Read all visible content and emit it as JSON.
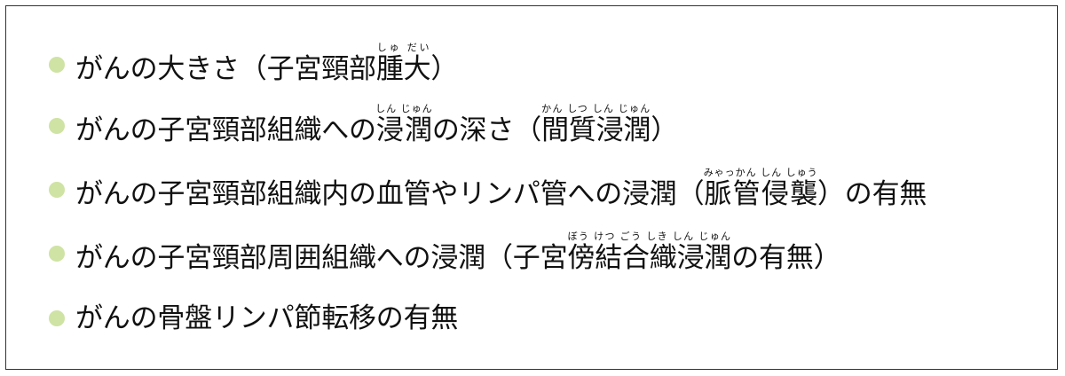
{
  "colors": {
    "bullet": "#cfe3a4",
    "border": "#333333",
    "text": "#111111"
  },
  "items": [
    {
      "segments": [
        {
          "text": "がんの大きさ（子宮頸部"
        },
        {
          "text": "腫大",
          "ruby": "しゅ だい"
        },
        {
          "text": "）"
        }
      ]
    },
    {
      "segments": [
        {
          "text": "がんの子宮頸部組織への"
        },
        {
          "text": "浸潤",
          "ruby": "しん じゅん"
        },
        {
          "text": "の深さ（"
        },
        {
          "text": "間質浸潤",
          "ruby": "かん しつ しん じゅん"
        },
        {
          "text": "）"
        }
      ]
    },
    {
      "segments": [
        {
          "text": "がんの子宮頸部組織内の血管やリンパ管への浸潤（"
        },
        {
          "text": "脈管侵襲",
          "ruby": "みゃっかん しん しゅう"
        },
        {
          "text": "）の有無"
        }
      ]
    },
    {
      "segments": [
        {
          "text": "がんの子宮頸部周囲組織への浸潤（子宮"
        },
        {
          "text": "傍結合織浸潤",
          "ruby": "ぼう けつ ごう しき しん じゅん"
        },
        {
          "text": "の有無）"
        }
      ]
    },
    {
      "segments": [
        {
          "text": "がんの骨盤リンパ節転移の有無"
        }
      ]
    }
  ]
}
